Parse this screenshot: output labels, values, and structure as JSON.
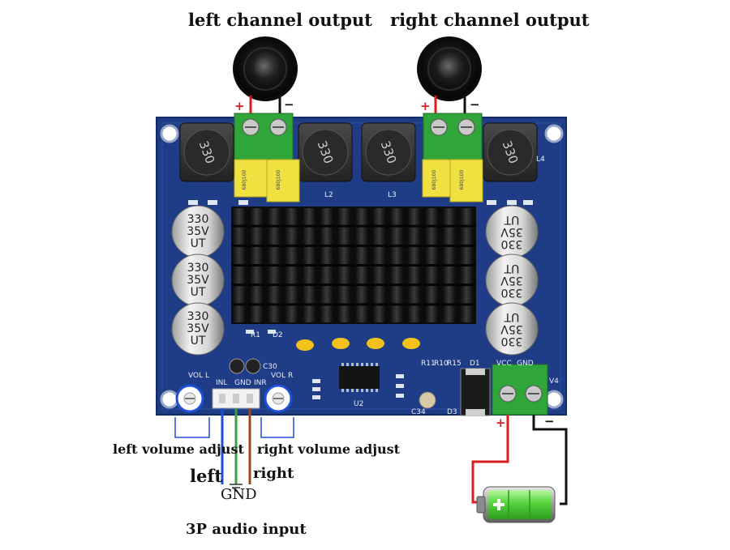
{
  "labels": {
    "left_output": "left channel output",
    "right_output": "right channel output",
    "left_volume": "left volume adjust",
    "right_volume": "right volume adjust",
    "left": "left",
    "right": "right",
    "gnd": "GND",
    "audio_input": "3P audio input"
  },
  "polarity": {
    "plus": "+",
    "minus": "−"
  },
  "board_text": {
    "inductor": "330",
    "cap_line1": "330",
    "cap_line2": "35V",
    "cap_line3": "UT",
    "vol_l": "VOL L",
    "vol_r": "VOL R",
    "inl": "INL",
    "gnd": "GND",
    "inr": "INR",
    "vcc": "VCC",
    "gnd_power": "GND",
    "v4": "V4",
    "c30": "C30",
    "d1": "D1",
    "u2": "U2",
    "l2": "L2",
    "l3": "L3",
    "l4": "L4",
    "r1": "R1",
    "d2": "D2",
    "r11": "R11",
    "r10": "R10",
    "r15": "R15",
    "d3": "D3",
    "c34": "C34",
    "ycap": "680J100"
  },
  "colors": {
    "pcb": "#1f3c86",
    "terminal_green": "#2fa53a",
    "wire_red": "#d81e1e",
    "wire_black": "#111111",
    "wire_blue": "#1e4fd8",
    "wire_green": "#3da23d",
    "wire_brown": "#9a4b1e",
    "battery_green": "#54d43c"
  },
  "icons": [
    "left-speaker-icon",
    "right-speaker-icon",
    "battery-icon",
    "ground-icon"
  ]
}
